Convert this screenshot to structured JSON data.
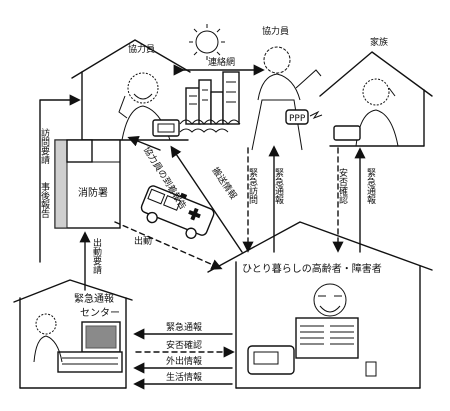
{
  "nodes": {
    "helper_left": "協力員",
    "helper_center": "協力員",
    "family": "家族",
    "fire_station": "消防署",
    "center": "緊急通報センター",
    "elderly": "ひとり暮らしの高齢者・障害者"
  },
  "edges": {
    "contact_net": "連絡網",
    "visit_request": "訪問要請",
    "after_report": "事後報告",
    "dispatch_request": "出動要請",
    "dispatch": "出動",
    "emergency_visit": "緊急訪問",
    "emergency_call_center": "緊急通報",
    "safety_check_family": "安否確認",
    "emergency_call_family": "緊急通報",
    "report_arrival": "協力員の到着報告",
    "escort_info": "搬送情報"
  },
  "links": {
    "emergency_call": "緊急通報",
    "safety_check": "安否確認",
    "outing_info": "外出情報",
    "life_info": "生活情報"
  },
  "icons": {
    "sun": "sun-icon",
    "ambulance": "ambulance-icon",
    "telephone": "telephone-icon",
    "computer": "computer-terminal-icon"
  }
}
